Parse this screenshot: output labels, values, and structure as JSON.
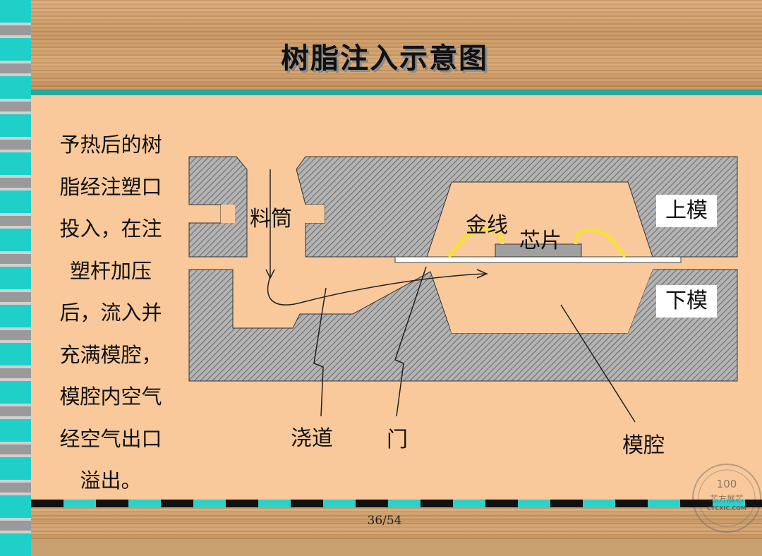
{
  "title": "树脂注入示意图",
  "description_lines": [
    "予热后的树",
    "脂经注塑口",
    "投入，在注",
    "塑杆加压",
    "后，流入并",
    "充满模腔，",
    "模腔内空气",
    "经空气出口",
    "溢出。"
  ],
  "labels": {
    "barrel": "料筒",
    "gold_wire": "金线",
    "chip": "芯片",
    "upper_mold": "上模",
    "lower_mold": "下模",
    "runner": "浇道",
    "gate": "门",
    "cavity": "模腔"
  },
  "page_number": "36/54",
  "watermark": {
    "top": "100",
    "middle": "芯方展芯",
    "bottom": "CTCXIC.COM"
  },
  "colors": {
    "panel": "#f9c99b",
    "teal": "#2aa79b",
    "mold": "#9a9a9a",
    "gold_wire": "#f4e23a",
    "chip": "#a0a0a0"
  }
}
